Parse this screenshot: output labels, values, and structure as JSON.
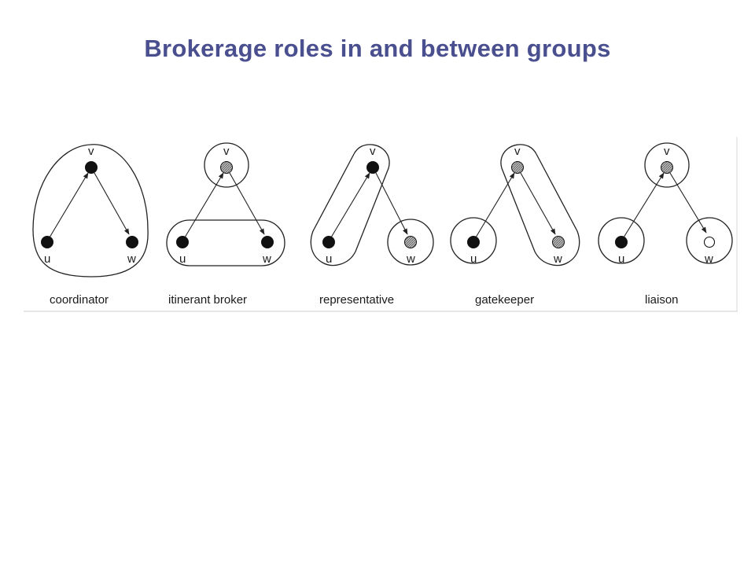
{
  "title": "Brokerage roles in and between groups",
  "colors": {
    "title": "#4a4f8f",
    "node_black": "#111111",
    "node_hatched": "#9a9a9a",
    "node_white": "#ffffff",
    "line": "#222222"
  },
  "panels": [
    {
      "caption": "coordinator",
      "labels": {
        "v": "v",
        "u": "u",
        "w": "w"
      },
      "fills": {
        "v": "black",
        "u": "black",
        "w": "black"
      }
    },
    {
      "caption": "itinerant broker",
      "labels": {
        "v": "v",
        "u": "u",
        "w": "w"
      },
      "fills": {
        "v": "hatched",
        "u": "black",
        "w": "black"
      }
    },
    {
      "caption": "representative",
      "labels": {
        "v": "v",
        "u": "u",
        "w": "w"
      },
      "fills": {
        "v": "black",
        "u": "black",
        "w": "hatched"
      }
    },
    {
      "caption": "gatekeeper",
      "labels": {
        "v": "v",
        "u": "u",
        "w": "w"
      },
      "fills": {
        "v": "hatched",
        "u": "black",
        "w": "hatched"
      }
    },
    {
      "caption": "liaison",
      "labels": {
        "v": "v",
        "u": "u",
        "w": "w"
      },
      "fills": {
        "v": "hatched",
        "u": "black",
        "w": "white"
      }
    }
  ]
}
